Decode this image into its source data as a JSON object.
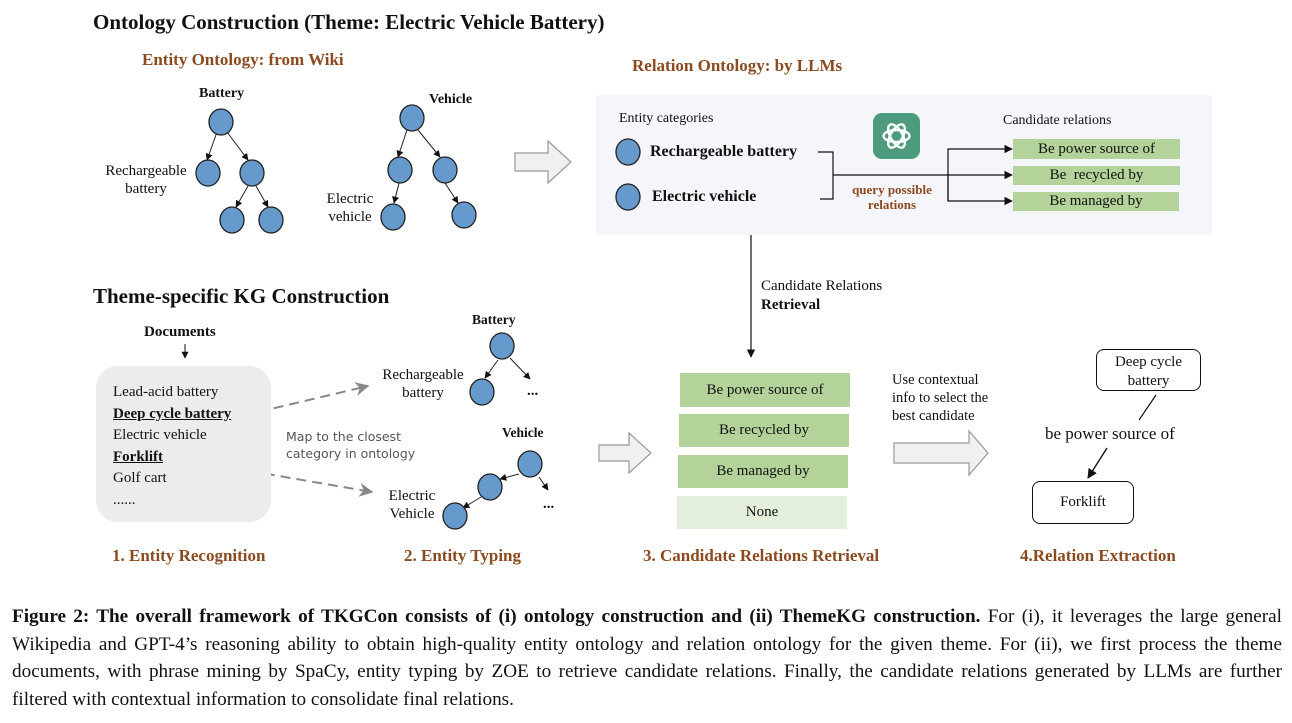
{
  "section1": {
    "title": "Ontology Construction (Theme: Electric Vehicle Battery)",
    "entity_ontology": {
      "title": "Entity Ontology: from Wiki",
      "battery_tree": {
        "root": "Battery",
        "child_label": "Rechargeable battery",
        "child_label_lines": [
          "Rechargeable",
          "battery"
        ]
      },
      "vehicle_tree": {
        "root": "Vehicle",
        "child_label": "Electric vehicle",
        "child_label_lines": [
          "Electric",
          "vehicle"
        ]
      }
    },
    "relation_ontology": {
      "title": "Relation Ontology: by LLMs",
      "entity_categories_label": "Entity categories",
      "entities": [
        "Rechargeable battery",
        "Electric vehicle"
      ],
      "query_label_lines": [
        "query possible",
        "relations"
      ],
      "llm_icon": "openai-logo-icon",
      "candidate_relations_label": "Candidate relations",
      "candidate_relations": [
        "Be power source of",
        "Be  recycled by",
        "Be managed by"
      ]
    },
    "retrieval_arrow_label": {
      "line1": "Candidate Relations",
      "line2": "Retrieval"
    }
  },
  "section2": {
    "title": "Theme-specific KG Construction",
    "documents": {
      "label": "Documents",
      "items": [
        {
          "text": "Lead-acid battery",
          "highlight": false
        },
        {
          "text": "Deep cycle battery",
          "highlight": true
        },
        {
          "text": "Electric vehicle",
          "highlight": false
        },
        {
          "text": "Forklift",
          "highlight": true
        },
        {
          "text": "Golf cart",
          "highlight": false
        },
        {
          "text": "......",
          "highlight": false
        }
      ]
    },
    "map_text_lines": [
      "Map to the closest",
      "category in ontology"
    ],
    "typing": {
      "battery_root": "Battery",
      "battery_child_lines": [
        "Rechargeable",
        "battery"
      ],
      "vehicle_root": "Vehicle",
      "vehicle_child_lines": [
        "Electric",
        "Vehicle"
      ],
      "ellipsis": "..."
    },
    "candidates": [
      "Be power source of",
      "Be recycled by",
      "Be managed by",
      "None"
    ],
    "select_text_lines": [
      "Use contextual",
      "info to select the",
      "best candidate"
    ],
    "extraction": {
      "head_lines": [
        "Deep cycle",
        "battery"
      ],
      "relation": "be power source of",
      "tail": "Forklift"
    },
    "steps": [
      "1. Entity Recognition",
      "2. Entity Typing",
      "3. Candidate Relations Retrieval",
      "4.Relation Extraction"
    ]
  },
  "caption": {
    "bold": "Figure 2: The overall framework of TKGCon consists of (i) ontology construction and (ii) ThemeKG construction.",
    "text": " For (i), it leverages the large general Wikipedia and GPT-4’s reasoning ability to obtain high-quality entity ontology and relation ontology for the given theme. For (ii), we first process the theme documents, with phrase mining by SpaCy, entity typing by ZOE to retrieve candidate relations. Finally, the candidate relations generated by LLMs are further filtered with contextual information to consolidate final relations."
  },
  "colors": {
    "accent_brown": "#8b4a20",
    "node_blue": "#6699cc",
    "relation_green": "#b4d39a",
    "relation_green_light": "#e3efda",
    "llm_green": "#4d9b7d",
    "panel_bg": "#f5f6fa",
    "doc_bg": "#ececec"
  }
}
